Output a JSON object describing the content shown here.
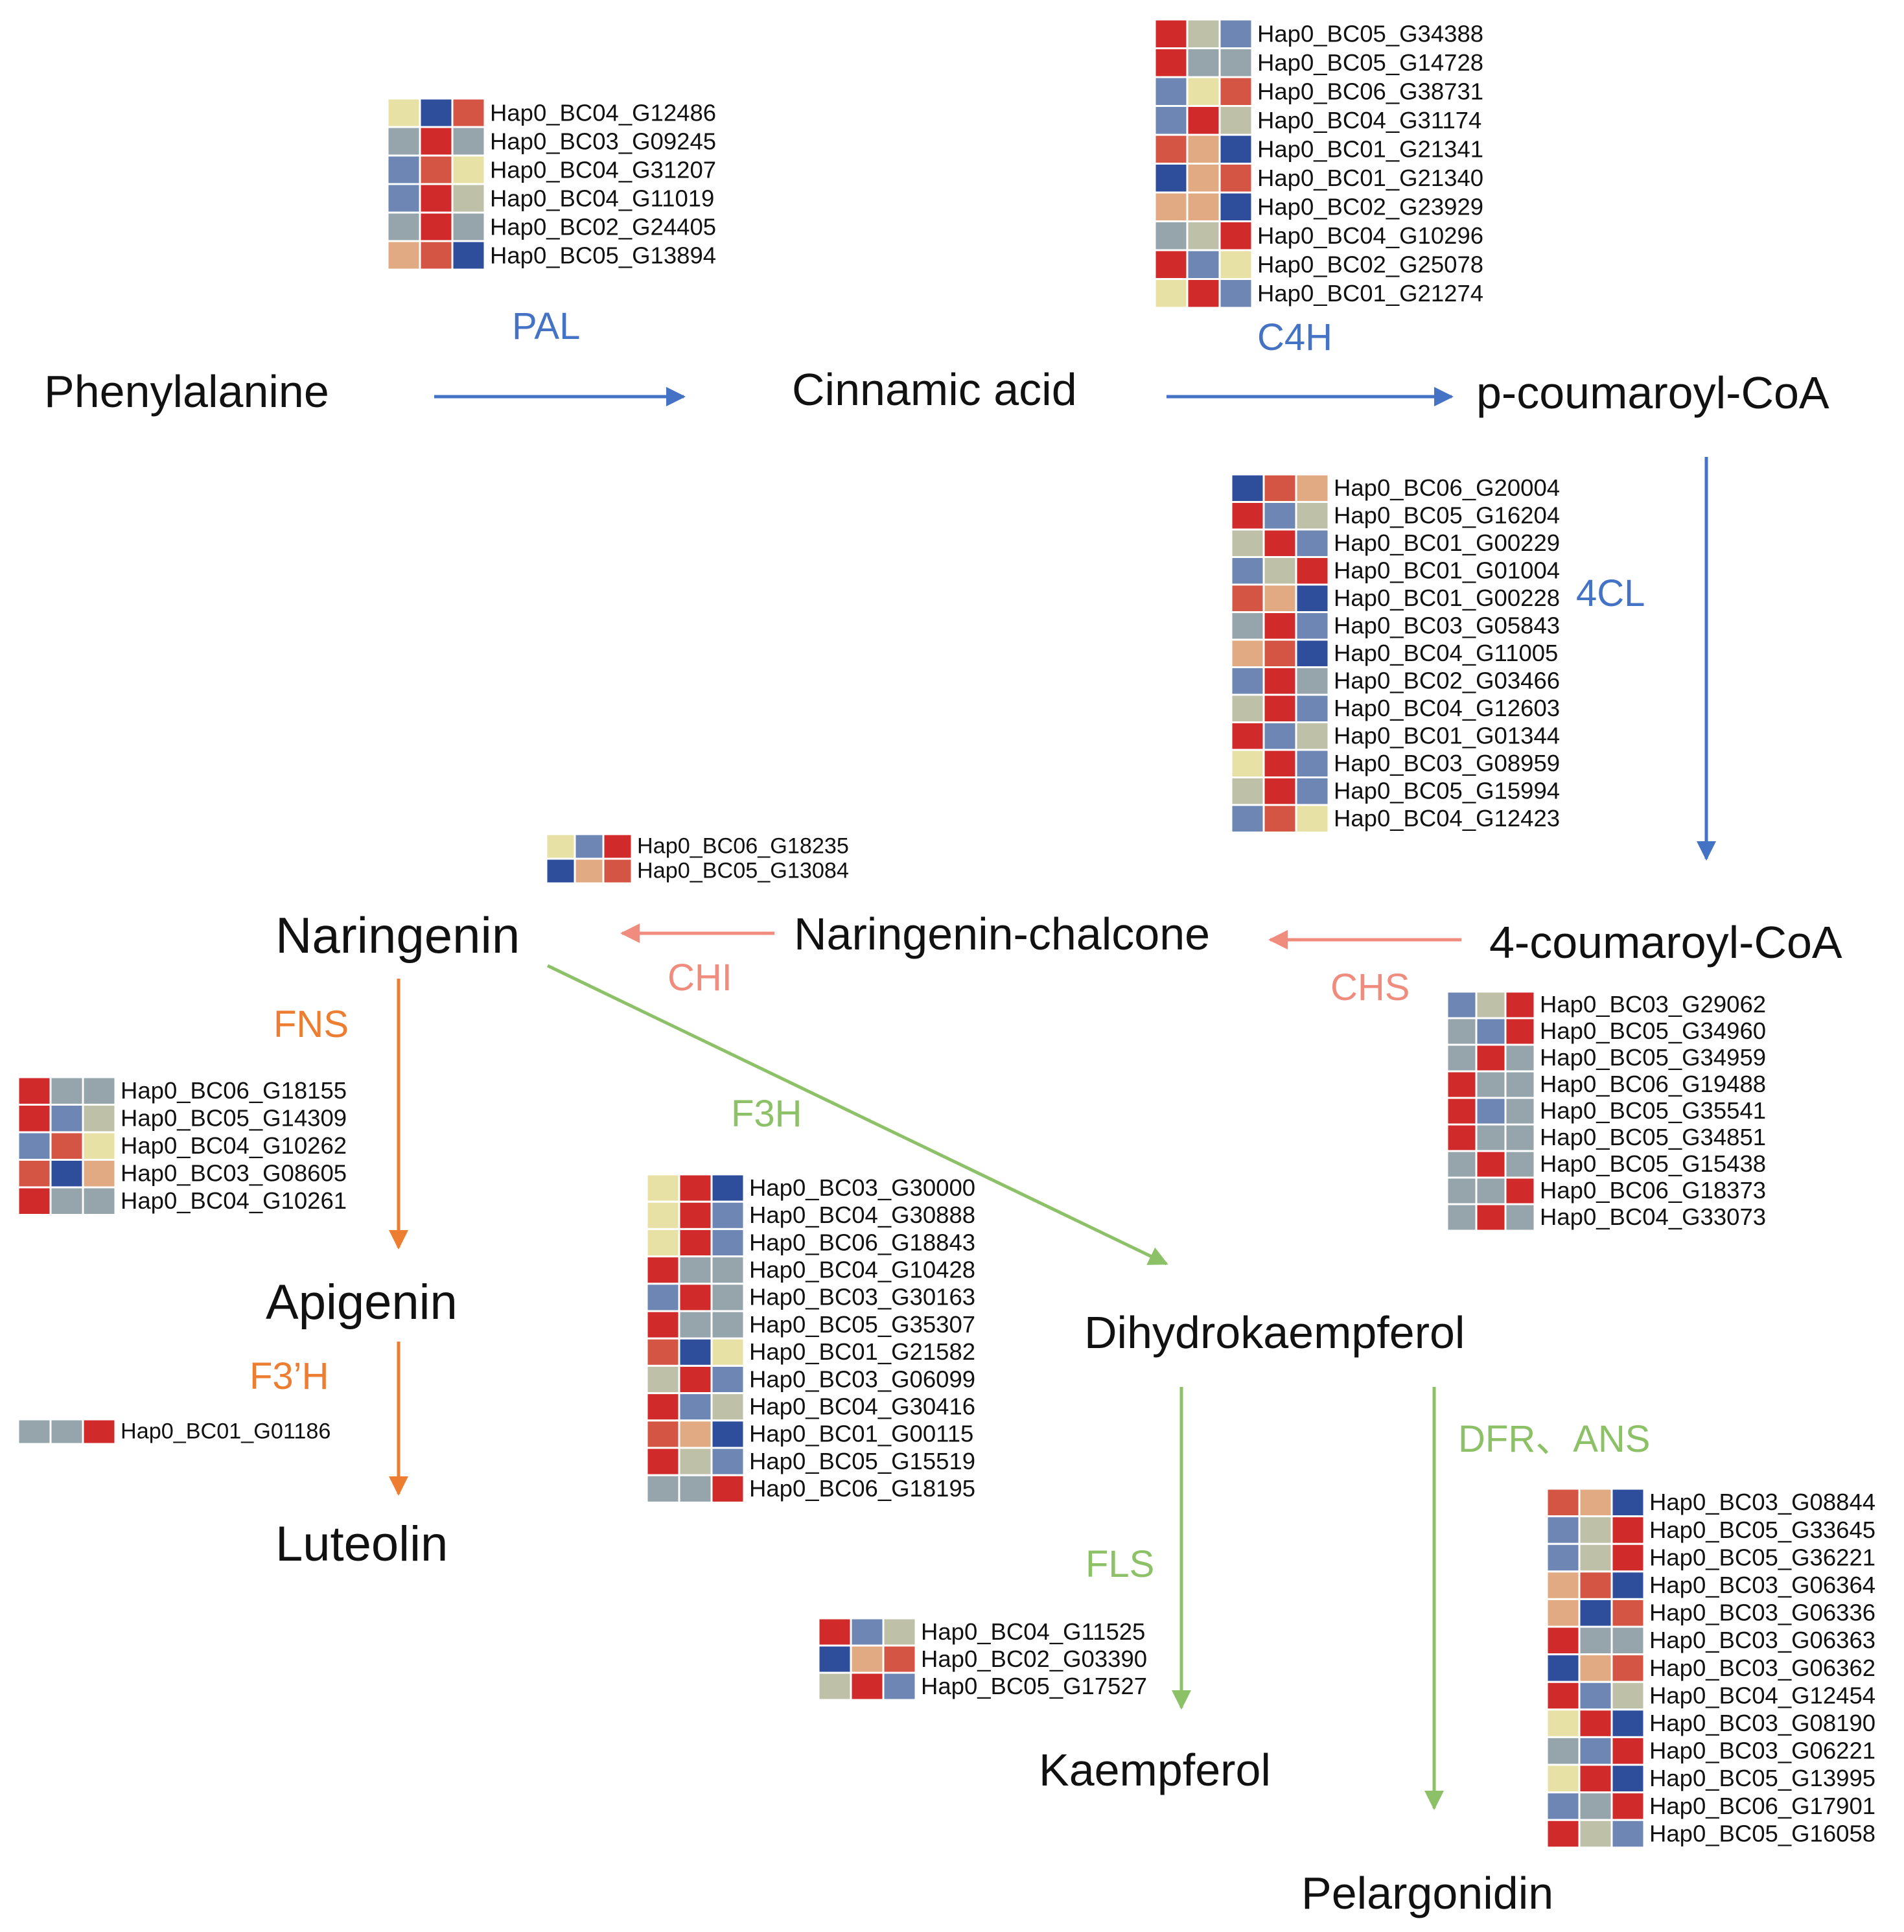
{
  "colors": {
    "blue_path": "#4472C4",
    "salmon_path": "#F08C7E",
    "orange_path": "#ED7D31",
    "green_path": "#8CC168",
    "heat": {
      "r": "#D02A2A",
      "R": "#D45544",
      "o": "#E2AA82",
      "y": "#E8E1A6",
      "g": "#BEC0A8",
      "G": "#96A4AC",
      "b": "#6E86B4",
      "B": "#2E4E9C"
    }
  },
  "metabolites": {
    "phenylalanine": "Phenylalanine",
    "cinnamic_acid": "Cinnamic acid",
    "p_coumaroyl_coa": "p-coumaroyl-CoA",
    "four_coumaroyl_coa": "4-coumaroyl-CoA",
    "naringenin_chalcone": "Naringenin-chalcone",
    "naringenin": "Naringenin",
    "apigenin": "Apigenin",
    "luteolin": "Luteolin",
    "dihydrokaempferol": "Dihydrokaempferol",
    "kaempferol": "Kaempferol",
    "pelargonidin": "Pelargonidin"
  },
  "enzymes": {
    "pal": "PAL",
    "c4h": "C4H",
    "four_cl": "4CL",
    "chs": "CHS",
    "chi": "CHI",
    "fns": "FNS",
    "f3prime_h": "F3’H",
    "f3h": "F3H",
    "fls": "FLS",
    "dfr_ans": "DFR、ANS"
  },
  "heatmaps": [
    {
      "id": "pal",
      "enzyme": "PAL",
      "genes": [
        {
          "name": "Hap0_BC04_G12486",
          "levels": "yBR"
        },
        {
          "name": "Hap0_BC03_G09245",
          "levels": "GrG"
        },
        {
          "name": "Hap0_BC04_G31207",
          "levels": "bRy"
        },
        {
          "name": "Hap0_BC04_G11019",
          "levels": "brg"
        },
        {
          "name": "Hap0_BC02_G24405",
          "levels": "GrG"
        },
        {
          "name": "Hap0_BC05_G13894",
          "levels": "oRB"
        }
      ]
    },
    {
      "id": "c4h",
      "enzyme": "C4H",
      "genes": [
        {
          "name": "Hap0_BC05_G34388",
          "levels": "rgb"
        },
        {
          "name": "Hap0_BC05_G14728",
          "levels": "rGG"
        },
        {
          "name": "Hap0_BC06_G38731",
          "levels": "byR"
        },
        {
          "name": "Hap0_BC04_G31174",
          "levels": "brg"
        },
        {
          "name": "Hap0_BC01_G21341",
          "levels": "RoB"
        },
        {
          "name": "Hap0_BC01_G21340",
          "levels": "BoR"
        },
        {
          "name": "Hap0_BC02_G23929",
          "levels": "ooB"
        },
        {
          "name": "Hap0_BC04_G10296",
          "levels": "Ggr"
        },
        {
          "name": "Hap0_BC02_G25078",
          "levels": "rby"
        },
        {
          "name": "Hap0_BC01_G21274",
          "levels": "yrb"
        }
      ]
    },
    {
      "id": "4cl",
      "enzyme": "4CL",
      "genes": [
        {
          "name": "Hap0_BC06_G20004",
          "levels": "BRo"
        },
        {
          "name": "Hap0_BC05_G16204",
          "levels": "rbg"
        },
        {
          "name": "Hap0_BC01_G00229",
          "levels": "grb"
        },
        {
          "name": "Hap0_BC01_G01004",
          "levels": "bgr"
        },
        {
          "name": "Hap0_BC01_G00228",
          "levels": "RoB"
        },
        {
          "name": "Hap0_BC03_G05843",
          "levels": "Grb"
        },
        {
          "name": "Hap0_BC04_G11005",
          "levels": "oRB"
        },
        {
          "name": "Hap0_BC02_G03466",
          "levels": "brG"
        },
        {
          "name": "Hap0_BC04_G12603",
          "levels": "grb"
        },
        {
          "name": "Hap0_BC01_G01344",
          "levels": "rbg"
        },
        {
          "name": "Hap0_BC03_G08959",
          "levels": "yrb"
        },
        {
          "name": "Hap0_BC05_G15994",
          "levels": "grb"
        },
        {
          "name": "Hap0_BC04_G12423",
          "levels": "bRy"
        }
      ]
    },
    {
      "id": "chi",
      "enzyme": "CHI",
      "genes": [
        {
          "name": "Hap0_BC06_G18235",
          "levels": "ybr"
        },
        {
          "name": "Hap0_BC05_G13084",
          "levels": "BoR"
        }
      ]
    },
    {
      "id": "chs",
      "enzyme": "CHS",
      "genes": [
        {
          "name": "Hap0_BC03_G29062",
          "levels": "bgr"
        },
        {
          "name": "Hap0_BC05_G34960",
          "levels": "Gbr"
        },
        {
          "name": "Hap0_BC05_G34959",
          "levels": "GrG"
        },
        {
          "name": "Hap0_BC06_G19488",
          "levels": "rGG"
        },
        {
          "name": "Hap0_BC05_G35541",
          "levels": "rbG"
        },
        {
          "name": "Hap0_BC05_G34851",
          "levels": "rGG"
        },
        {
          "name": "Hap0_BC05_G15438",
          "levels": "GrG"
        },
        {
          "name": "Hap0_BC06_G18373",
          "levels": "GGr"
        },
        {
          "name": "Hap0_BC04_G33073",
          "levels": "GrG"
        }
      ]
    },
    {
      "id": "fns",
      "enzyme": "FNS",
      "genes": [
        {
          "name": "Hap0_BC06_G18155",
          "levels": "rGG"
        },
        {
          "name": "Hap0_BC05_G14309",
          "levels": "rbg"
        },
        {
          "name": "Hap0_BC04_G10262",
          "levels": "bRy"
        },
        {
          "name": "Hap0_BC03_G08605",
          "levels": "RBo"
        },
        {
          "name": "Hap0_BC04_G10261",
          "levels": "rGG"
        }
      ]
    },
    {
      "id": "f3primeh",
      "enzyme": "F3’H",
      "genes": [
        {
          "name": "Hap0_BC01_G01186",
          "levels": "GGr"
        }
      ]
    },
    {
      "id": "f3h",
      "enzyme": "F3H",
      "genes": [
        {
          "name": "Hap0_BC03_G30000",
          "levels": "yrB"
        },
        {
          "name": "Hap0_BC04_G30888",
          "levels": "yrb"
        },
        {
          "name": "Hap0_BC06_G18843",
          "levels": "yrb"
        },
        {
          "name": "Hap0_BC04_G10428",
          "levels": "rGG"
        },
        {
          "name": "Hap0_BC03_G30163",
          "levels": "brG"
        },
        {
          "name": "Hap0_BC05_G35307",
          "levels": "rGG"
        },
        {
          "name": "Hap0_BC01_G21582",
          "levels": "RBy"
        },
        {
          "name": "Hap0_BC03_G06099",
          "levels": "grb"
        },
        {
          "name": "Hap0_BC04_G30416",
          "levels": "rbg"
        },
        {
          "name": "Hap0_BC01_G00115",
          "levels": "RoB"
        },
        {
          "name": "Hap0_BC05_G15519",
          "levels": "rgb"
        },
        {
          "name": "Hap0_BC06_G18195",
          "levels": "GGr"
        }
      ]
    },
    {
      "id": "fls",
      "enzyme": "FLS",
      "genes": [
        {
          "name": "Hap0_BC04_G11525",
          "levels": "rbg"
        },
        {
          "name": "Hap0_BC02_G03390",
          "levels": "BoR"
        },
        {
          "name": "Hap0_BC05_G17527",
          "levels": "grb"
        }
      ]
    },
    {
      "id": "dfrans",
      "enzyme": "DFR、ANS",
      "genes": [
        {
          "name": "Hap0_BC03_G08844",
          "levels": "RoB"
        },
        {
          "name": "Hap0_BC05_G33645",
          "levels": "bgr"
        },
        {
          "name": "Hap0_BC05_G36221",
          "levels": "bgr"
        },
        {
          "name": "Hap0_BC03_G06364",
          "levels": "oRB"
        },
        {
          "name": "Hap0_BC03_G06336",
          "levels": "oBR"
        },
        {
          "name": "Hap0_BC03_G06363",
          "levels": "rGG"
        },
        {
          "name": "Hap0_BC03_G06362",
          "levels": "BoR"
        },
        {
          "name": "Hap0_BC04_G12454",
          "levels": "rbg"
        },
        {
          "name": "Hap0_BC03_G08190",
          "levels": "yrB"
        },
        {
          "name": "Hap0_BC03_G06221",
          "levels": "Gbr"
        },
        {
          "name": "Hap0_BC05_G13995",
          "levels": "yrB"
        },
        {
          "name": "Hap0_BC06_G17901",
          "levels": "bGr"
        },
        {
          "name": "Hap0_BC05_G16058",
          "levels": "rgb"
        }
      ]
    }
  ]
}
